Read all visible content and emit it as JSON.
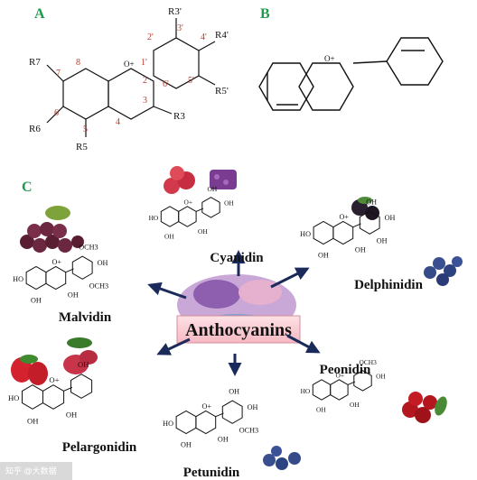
{
  "panels": {
    "a": "A",
    "b": "B",
    "c": "C"
  },
  "panel_a": {
    "numbers": [
      "2'",
      "3'",
      "4'",
      "5'",
      "6'",
      "1'",
      "2",
      "3",
      "4",
      "5",
      "6",
      "7",
      "8"
    ],
    "substituents": [
      "R3'",
      "R4'",
      "R5'",
      "R7",
      "R6",
      "R5",
      "R3"
    ],
    "oxonium": "O+"
  },
  "panel_b": {
    "oxonium": "O+"
  },
  "center": {
    "title": "Anthocyanins"
  },
  "compounds": [
    {
      "name": "Cyanidin"
    },
    {
      "name": "Delphinidin"
    },
    {
      "name": "Malvidin"
    },
    {
      "name": "Pelargonidin"
    },
    {
      "name": "Petunidin"
    },
    {
      "name": "Peonidin"
    }
  ],
  "atom_labels": {
    "oh": "OH",
    "ho": "HO",
    "och3": "OCH3",
    "o_plus": "O+"
  },
  "watermark": "知乎 @大数据"
}
